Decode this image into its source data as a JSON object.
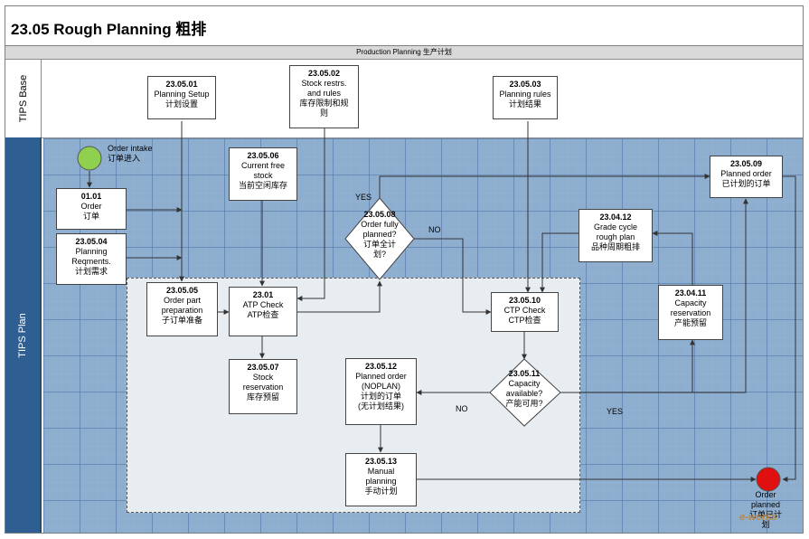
{
  "title": "23.05 Rough Planning 粗排",
  "pool": {
    "header": "Production Planning 生产计划"
  },
  "lanes": {
    "base": "TIPS Base",
    "plan": "TIPS Plan"
  },
  "start_event": {
    "lines": [
      "Order intake",
      "订单进入"
    ]
  },
  "end_event": {
    "lines": [
      "Order",
      "planned",
      "订单已计划"
    ]
  },
  "nodes": {
    "n2305_01": {
      "id": "23.05.01",
      "lines": [
        "Planning Setup",
        "计划设置"
      ]
    },
    "n2305_02": {
      "id": "23.05.02",
      "lines": [
        "Stock restrs.",
        "and rules",
        "库存限制和规",
        "则"
      ]
    },
    "n2305_03": {
      "id": "23.05.03",
      "lines": [
        "Planning rules",
        "计划结果"
      ]
    },
    "n0101": {
      "id": "01.01",
      "lines": [
        "Order",
        "订单"
      ]
    },
    "n2305_04": {
      "id": "23.05.04",
      "lines": [
        "Planning",
        "Reqments.",
        "计划需求"
      ]
    },
    "n2305_06": {
      "id": "23.05.06",
      "lines": [
        "Current free",
        "stock",
        "当前空闲库存"
      ]
    },
    "n2305_09": {
      "id": "23.05.09",
      "lines": [
        "Planned order",
        "已计划的订单"
      ]
    },
    "n2304_12": {
      "id": "23.04.12",
      "lines": [
        "Grade cycle",
        "rough plan",
        "品种周期粗排"
      ]
    },
    "n2305_05": {
      "id": "23.05.05",
      "lines": [
        "Order part",
        "preparation",
        "子订单准备"
      ]
    },
    "n2301": {
      "id": "23.01",
      "lines": [
        "ATP Check",
        "ATP检查"
      ]
    },
    "n2305_10": {
      "id": "23.05.10",
      "lines": [
        "CTP  Check",
        "CTP检查"
      ]
    },
    "n2304_11": {
      "id": "23.04.11",
      "lines": [
        "Capacity",
        "reservation",
        "产能预留"
      ]
    },
    "n2305_07": {
      "id": "23.05.07",
      "lines": [
        "Stock",
        "reservation",
        "库存预留"
      ]
    },
    "n2305_12": {
      "id": "23.05.12",
      "lines": [
        "Planned order",
        "(NOPLAN)",
        "计划的订单",
        "(无计划结果)"
      ]
    },
    "n2305_13": {
      "id": "23.05.13",
      "lines": [
        "Manual",
        "planning",
        "手动计划"
      ]
    }
  },
  "decisions": {
    "d2305_08": {
      "id": "23.05.08",
      "lines": [
        "Order fully",
        "planned?",
        "订单全计",
        "划?"
      ]
    },
    "d2305_11": {
      "id": "23.05.11",
      "lines": [
        "Capacity",
        "available?",
        "产能可用?"
      ]
    }
  },
  "edge_labels": {
    "yes_1": "YES",
    "no_1": "NO",
    "no_2": "NO",
    "yes_2": "YES"
  },
  "colors": {
    "plan_lane": "#8eaed0",
    "lane_label": "#2f5f92",
    "start": "#8fd14f",
    "end": "#e01010"
  },
  "watermark": "e-works"
}
